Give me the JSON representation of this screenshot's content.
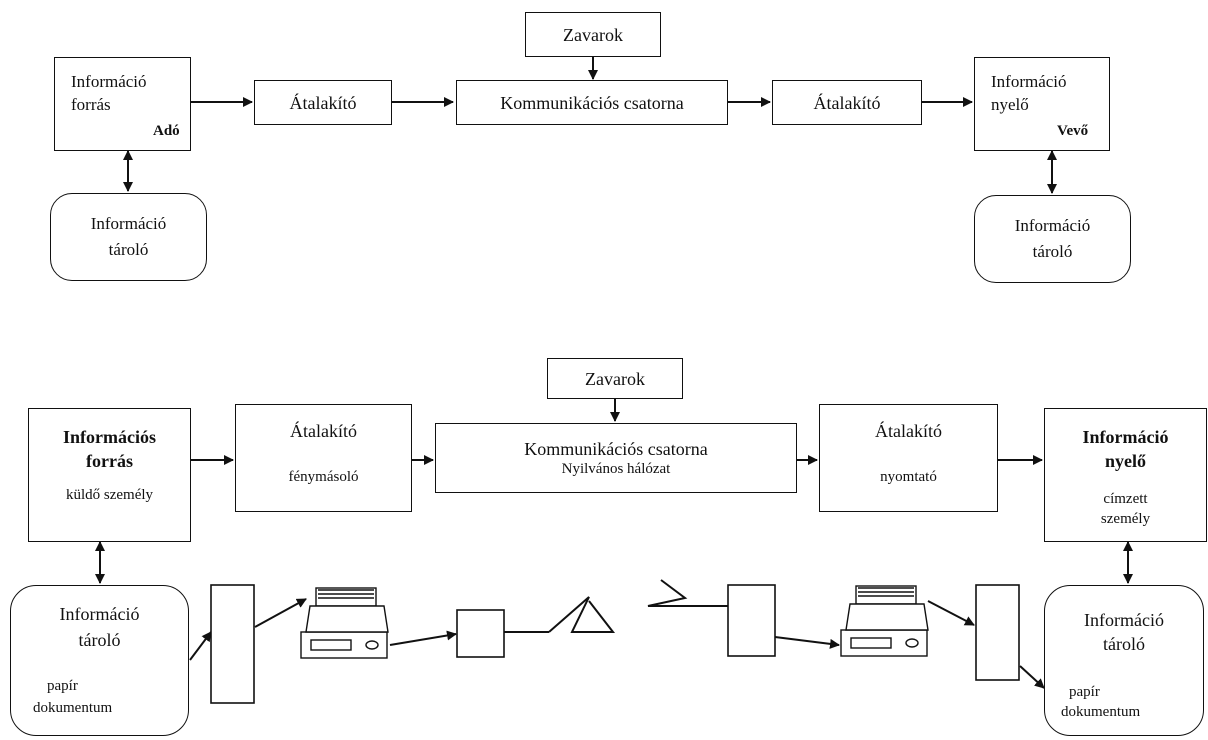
{
  "top": {
    "noise": "Zavarok",
    "source_line1": "Információ",
    "source_line2": "forrás",
    "sender": "Adó",
    "converter_left": "Átalakító",
    "channel": "Kommunikációs csatorna",
    "converter_right": "Átalakító",
    "sink_line1": "Információ",
    "sink_line2": "nyelő",
    "receiver": "Vevő",
    "store_left_line1": "Információ",
    "store_left_line2": "tároló",
    "store_right_line1": "Információ",
    "store_right_line2": "tároló"
  },
  "bottom": {
    "noise": "Zavarok",
    "source_line1": "Információs",
    "source_line2": "forrás",
    "source_sub": "küldő személy",
    "converter_left": "Átalakító",
    "converter_left_sub": "fénymásoló",
    "channel": "Kommunikációs csatorna",
    "channel_sub": "Nyilvános hálózat",
    "converter_right": "Átalakító",
    "converter_right_sub": "nyomtató",
    "sink_line1": "Információ",
    "sink_line2": "nyelő",
    "sink_sub_line1": "címzett",
    "sink_sub_line2": "személy",
    "store_left_line1": "Információ",
    "store_left_line2": "tároló",
    "store_left_sub1": "papír",
    "store_left_sub2": "dokumentum",
    "store_right_line1": "Információ",
    "store_right_line2": "tároló",
    "store_right_sub1": "papír",
    "store_right_sub2": "dokumentum"
  }
}
